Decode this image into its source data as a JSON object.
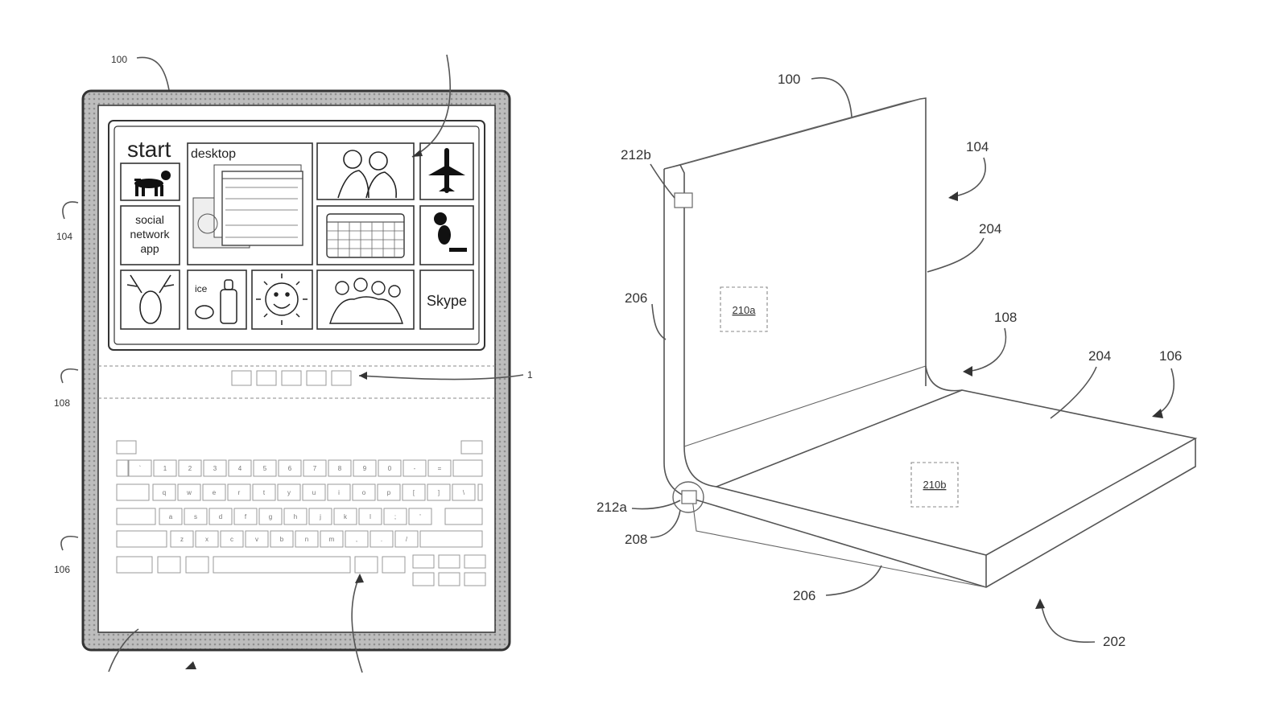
{
  "figure_left": {
    "ref_device": "100",
    "ref_upper_screen": "104",
    "ref_hinge": "108",
    "ref_lower_screen": "106",
    "ref_toolbar": "1",
    "screen": {
      "start_label": "start",
      "desktop_label": "desktop",
      "social_label": [
        "social",
        "network",
        "app"
      ],
      "ice_label": "ice",
      "skype_label": "Skype"
    },
    "keyboard": {
      "rows": [
        [
          "`",
          "1",
          "2",
          "3",
          "4",
          "5",
          "6",
          "7",
          "8",
          "9",
          "0",
          "-",
          "="
        ],
        [
          "q",
          "w",
          "e",
          "r",
          "t",
          "y",
          "u",
          "i",
          "o",
          "p",
          "[",
          "]",
          "\\"
        ],
        [
          "a",
          "s",
          "d",
          "f",
          "g",
          "h",
          "j",
          "k",
          "l",
          ";",
          "'"
        ],
        [
          "z",
          "x",
          "c",
          "v",
          "b",
          "n",
          "m",
          ",",
          ".",
          "/"
        ]
      ]
    }
  },
  "figure_right": {
    "ref_device": "100",
    "ref_upper_panel": "104",
    "ref_upper_surface": "204",
    "ref_hinge": "108",
    "ref_lower_surface": "204",
    "ref_lower_panel": "106",
    "ref_sensor_top": "212b",
    "ref_side_left": "206",
    "ref_region_upper": "210a",
    "ref_region_lower": "210b",
    "ref_sensor_bottom": "212a",
    "ref_hinge_circle": "208",
    "ref_side_bottom": "206",
    "ref_base": "202"
  }
}
